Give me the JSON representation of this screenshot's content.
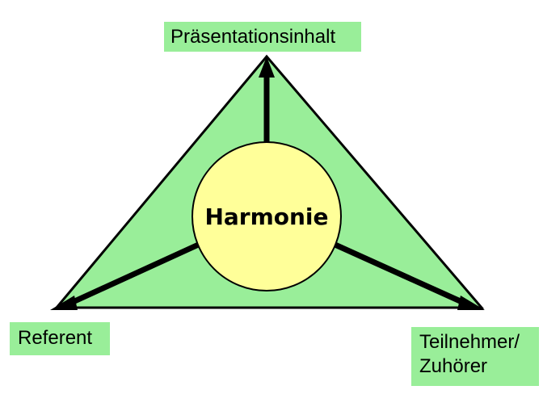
{
  "diagram": {
    "center_label": "Harmonie",
    "top_label": "Präsentationsinhalt",
    "left_label": "Referent",
    "right_label_lines": [
      "Teilnehmer/",
      "Zuhörer"
    ]
  },
  "colors": {
    "triangle_fill": "#99ee99",
    "triangle_stroke": "#000000",
    "circle_fill": "#ffff99",
    "circle_stroke": "#000000",
    "label_box_fill": "#99ee99",
    "spoke_color": "#000000"
  }
}
